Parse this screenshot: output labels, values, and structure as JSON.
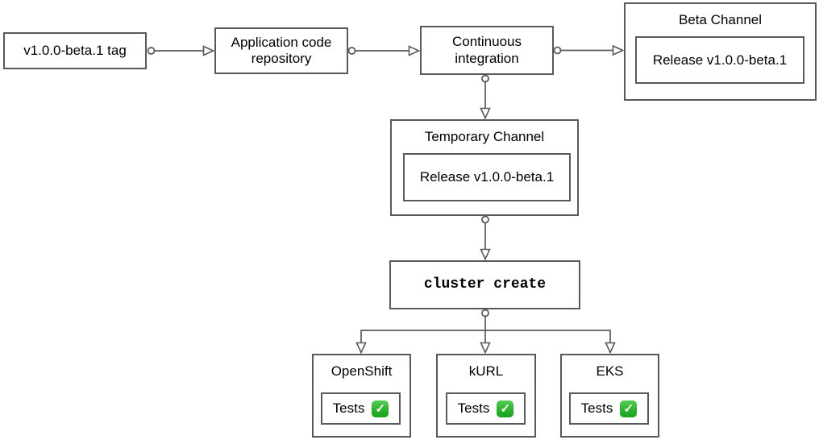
{
  "diagram": {
    "type": "flowchart",
    "background": "#ffffff",
    "stroke_color": "#595959",
    "text_color": "#000000",
    "nodes": {
      "tag": {
        "label": "v1.0.0-beta.1 tag"
      },
      "repo": {
        "label": "Application code repository"
      },
      "ci": {
        "label": "Continuous integration"
      },
      "beta_channel": {
        "title": "Beta Channel",
        "release": "Release v1.0.0-beta.1"
      },
      "temporary_channel": {
        "title": "Temporary Channel",
        "release": "Release v1.0.0-beta.1"
      },
      "cluster_create": {
        "label": "cluster create"
      },
      "openshift": {
        "title": "OpenShift",
        "tests_label": "Tests"
      },
      "kurl": {
        "title": "kURL",
        "tests_label": "Tests"
      },
      "eks": {
        "title": "EKS",
        "tests_label": "Tests"
      }
    },
    "icons": {
      "check_glyph": "✓",
      "check_color": "#2cb32c"
    },
    "edges": [
      {
        "from": "tag",
        "to": "repo"
      },
      {
        "from": "repo",
        "to": "ci"
      },
      {
        "from": "ci",
        "to": "beta_channel"
      },
      {
        "from": "ci",
        "to": "temporary_channel"
      },
      {
        "from": "temporary_channel",
        "to": "cluster_create"
      },
      {
        "from": "cluster_create",
        "to": "openshift"
      },
      {
        "from": "cluster_create",
        "to": "kurl"
      },
      {
        "from": "cluster_create",
        "to": "eks"
      }
    ]
  }
}
